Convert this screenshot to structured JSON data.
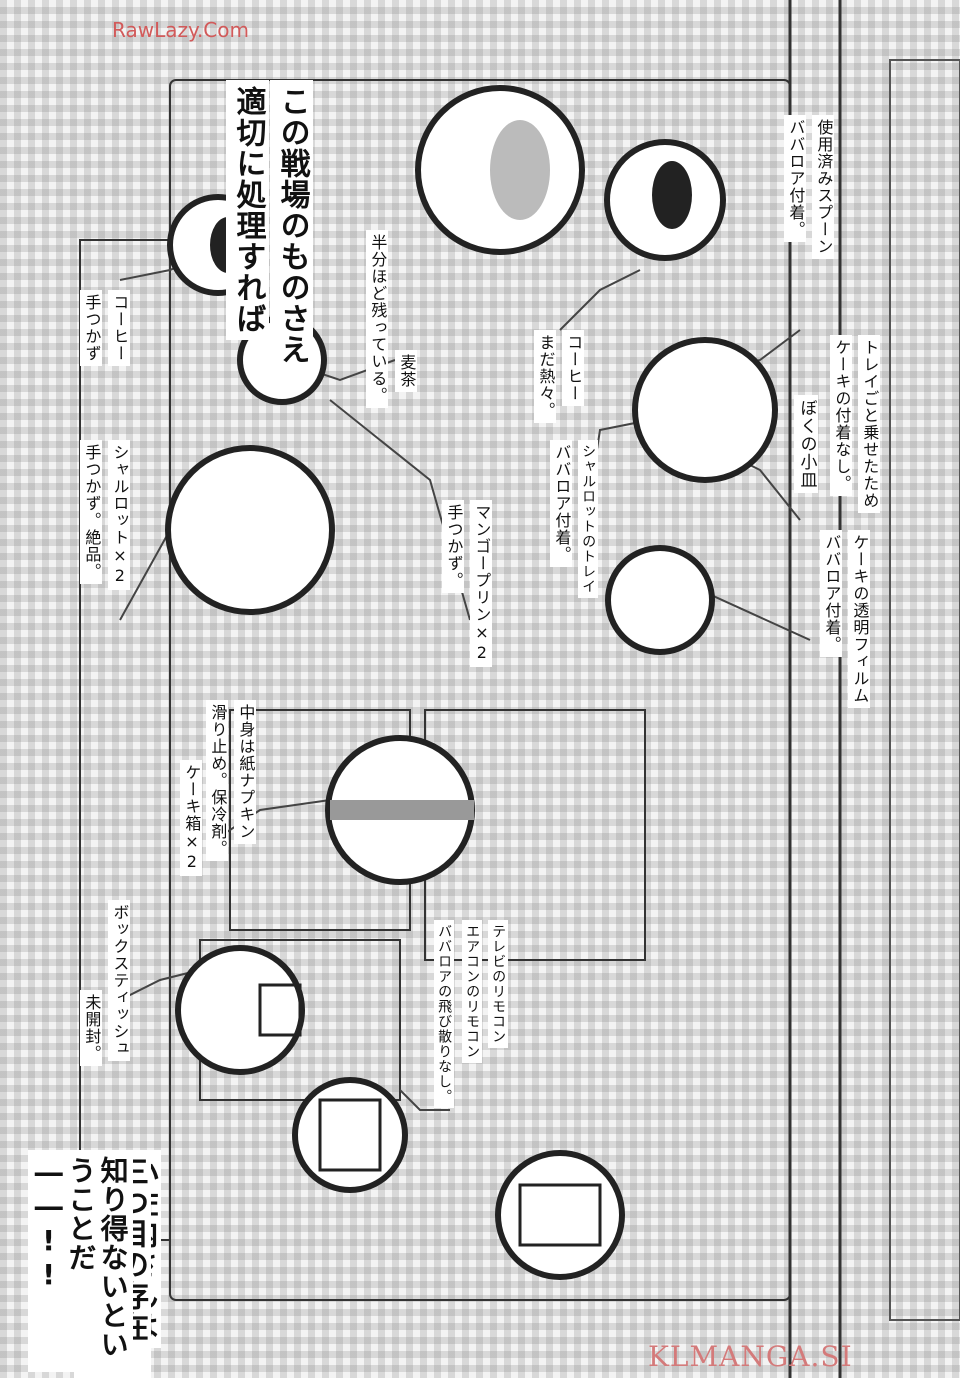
{
  "watermarks": {
    "top": "RawLazy.Com",
    "bottom": "KLMANGA.SI"
  },
  "narration": {
    "line1": "この戦場のものさえ",
    "line2": "適切に処理すれば",
    "line3": "小佐内さんは",
    "line4": "三つ目の存在を",
    "line5": "知り得ないということだ――!!"
  },
  "items": {
    "coffee1": {
      "name": "コーヒー",
      "note": "手つかず"
    },
    "charlotte": {
      "name": "シャルロット×2",
      "note": "手つかず。絶品。"
    },
    "mugicha": {
      "name": "麦茶",
      "note": "半分ほど残っている。"
    },
    "coffee2": {
      "name": "コーヒー",
      "note": "まだ熱々。"
    },
    "mango": {
      "name": "マンゴープリン×2",
      "note": "手つかず。"
    },
    "charlotte_tray": {
      "name": "シャルロットのトレイ",
      "note": "ババロア付着。"
    },
    "my_plate": {
      "name": "ぼくの小皿",
      "note": ""
    },
    "spoon": {
      "name": "使用済みスプーン",
      "note": "ババロア付着。"
    },
    "tray_note": {
      "line1": "トレイごと乗せたため",
      "line2": "ケーキの付着なし。"
    },
    "cake_film": {
      "name": "ケーキの透明フィルム",
      "note": "ババロア付着。"
    },
    "cake_box": {
      "name": "ケーキ箱×2",
      "note1": "中身は紙ナプキン",
      "note2": "滑り止め。保冷剤。"
    },
    "tissue": {
      "name": "ボックスティッシュ",
      "note": "未開封。"
    },
    "remote": {
      "line1": "テレビのリモコン",
      "line2": "エアコンのリモコン",
      "line3": "ババロアの飛び散りなし。"
    }
  }
}
